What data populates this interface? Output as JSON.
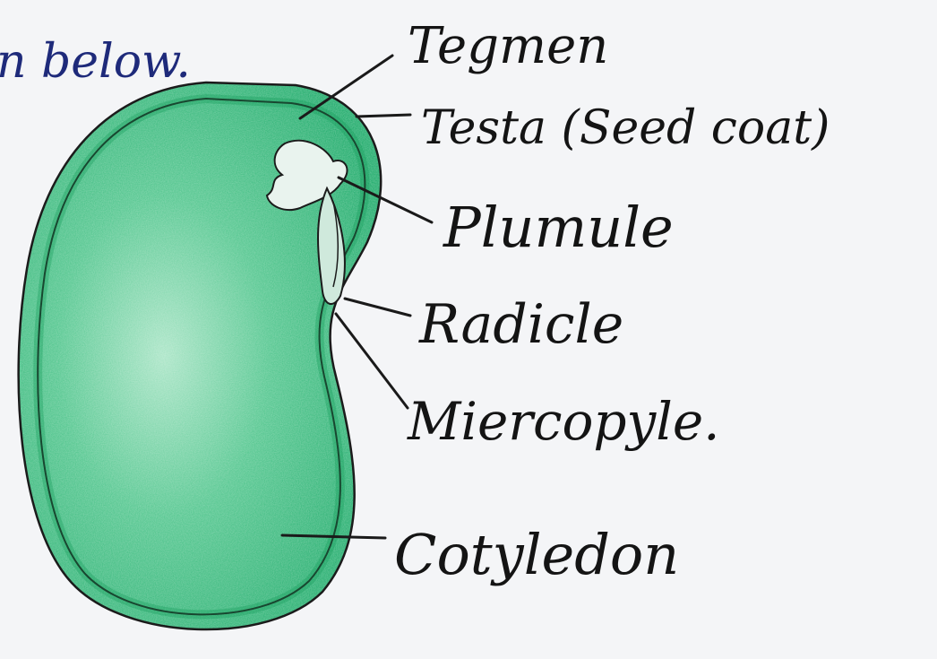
{
  "header_fragment": "n below.",
  "labels": {
    "tegmen": "Tegmen",
    "testa": "Testa (Seed coat)",
    "plumule": "Plumule",
    "radicle": "Radicle",
    "micropyle": "Miercopyle.",
    "cotyledon": "Cotyledon"
  },
  "colors": {
    "seed_fill": "#23b270",
    "seed_light": "#8fdcb8",
    "outline": "#1b1b1b",
    "ink_blue": "#1e2a7a",
    "paper": "#f4f5f7"
  }
}
